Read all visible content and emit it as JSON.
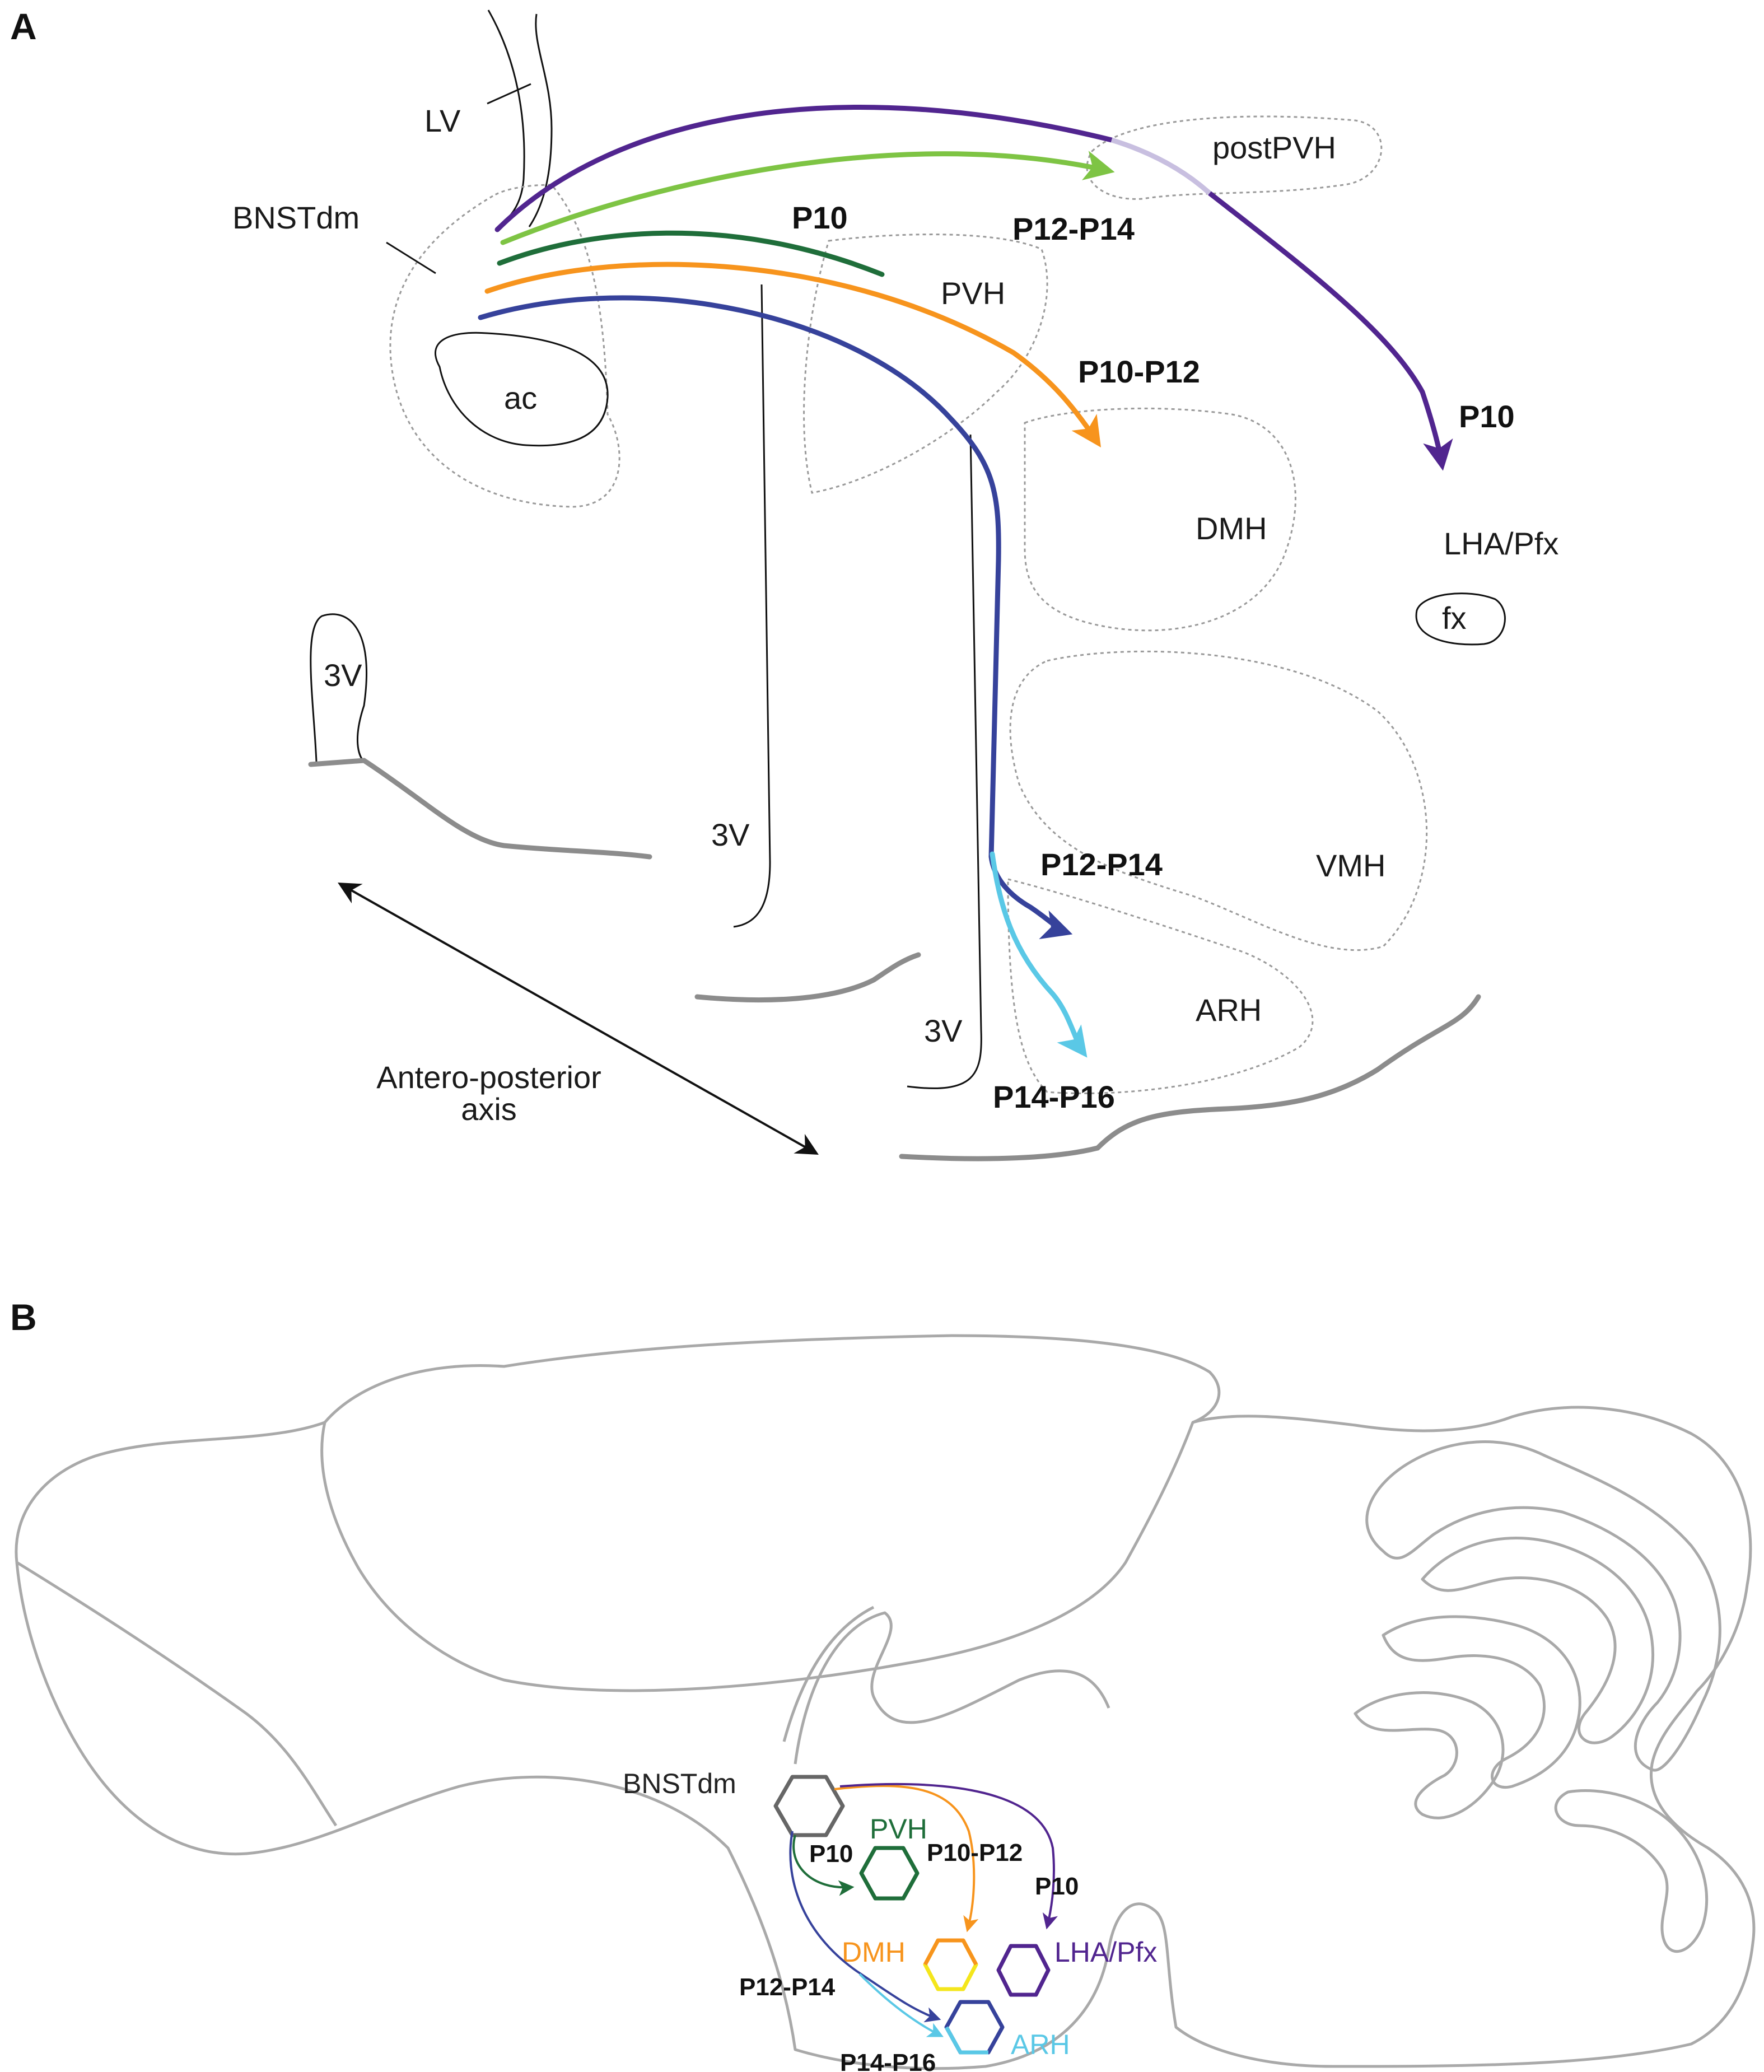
{
  "panel_a": {
    "letter": "A",
    "regions": {
      "lv": "LV",
      "bnstdm": "BNSTdm",
      "ac": "ac",
      "post_pvh": "postPVH",
      "pvh": "PVH",
      "dmh": "DMH",
      "lha_pfx": "LHA/Pfx",
      "fx": "fx",
      "vmh": "VMH",
      "arh": "ARH",
      "third_ventricle": "3V"
    },
    "timing_labels": {
      "pvh": "P10",
      "post_pvh": "P12-P14",
      "dmh": "P10-P12",
      "lha": "P10",
      "arh_early": "P12-P14",
      "arh_late": "P14-P16"
    },
    "axis_label_line1": "Antero-posterior",
    "axis_label_line2": "axis"
  },
  "panel_b": {
    "letter": "B",
    "regions": {
      "bnstdm": "BNSTdm",
      "pvh": "PVH",
      "dmh": "DMH",
      "lha_pfx": "LHA/Pfx",
      "arh": "ARH"
    },
    "timing_labels": {
      "pvh": "P10",
      "dmh": "P10-P12",
      "lha": "P10",
      "arh_early": "P12-P14",
      "arh_late": "P14-P16"
    }
  },
  "colors": {
    "pvh_dark_green": "#1f6e3a",
    "post_pvh_light_green": "#7ec444",
    "dmh_orange": "#f7941d",
    "lha_purple": "#51258f",
    "arh_navy": "#36429b",
    "arh_light_blue": "#5ac8e6",
    "dmh_yellow": "#f4e61c",
    "outline_gray": "#a9a9a9"
  }
}
